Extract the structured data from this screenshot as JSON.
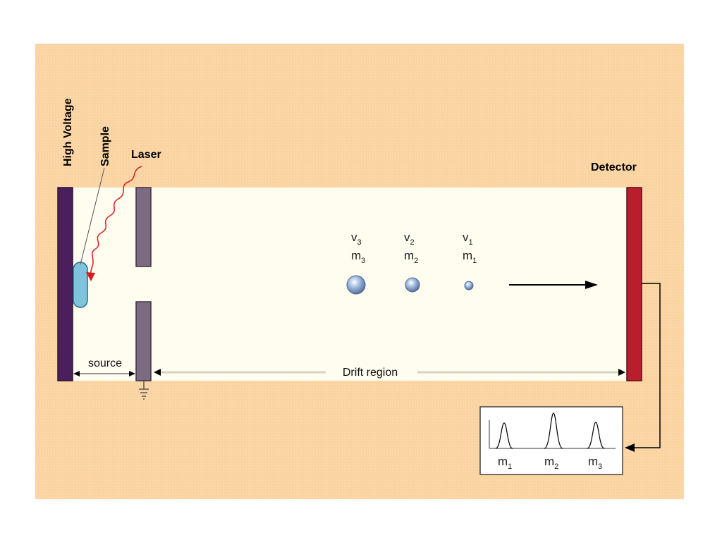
{
  "labels": {
    "high_voltage": "High Voltage",
    "sample": "Sample",
    "laser": "Laser",
    "detector": "Detector",
    "source": "source",
    "drift_region": "Drift region"
  },
  "ions": [
    {
      "v": "v",
      "v_sub": "3",
      "m": "m",
      "m_sub": "3"
    },
    {
      "v": "v",
      "v_sub": "2",
      "m": "m",
      "m_sub": "2"
    },
    {
      "v": "v",
      "v_sub": "1",
      "m": "m",
      "m_sub": "1"
    }
  ],
  "spectrum": {
    "peaks": [
      {
        "m": "m",
        "sub": "1"
      },
      {
        "m": "m",
        "sub": "2"
      },
      {
        "m": "m",
        "sub": "3"
      }
    ]
  },
  "colors": {
    "background": "#fbd6a4",
    "chamber": "#fffcf0",
    "high_voltage_plate": "#4a1f5c",
    "grid_plate": "#7d6b82",
    "detector_plate": "#b81e2b",
    "sample": "#7fc3dc",
    "laser": "#d81b1b",
    "ion": "#9ab6dc"
  }
}
